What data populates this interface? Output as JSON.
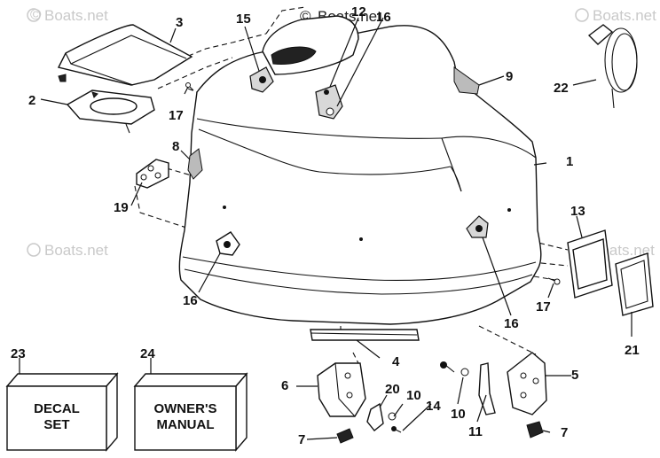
{
  "watermark": {
    "text": "Boats.net",
    "symbol": "©"
  },
  "callouts": {
    "c1": "1",
    "c2": "2",
    "c3": "3",
    "c4": "4",
    "c5": "5",
    "c6": "6",
    "c7a": "7",
    "c7b": "7",
    "c8": "8",
    "c9": "9",
    "c10a": "10",
    "c10b": "10",
    "c11": "11",
    "c12": "12",
    "c13": "13",
    "c14": "14",
    "c15": "15",
    "c16a": "16",
    "c16b": "16",
    "c16c": "16",
    "c17a": "17",
    "c17b": "17",
    "c19": "19",
    "c20": "20",
    "c21": "21",
    "c22": "22",
    "c23": "23",
    "c24": "24"
  },
  "boxes": {
    "decal": {
      "line1": "DECAL",
      "line2": "SET"
    },
    "manual": {
      "line1": "OWNER'S",
      "line2": "MANUAL"
    }
  }
}
